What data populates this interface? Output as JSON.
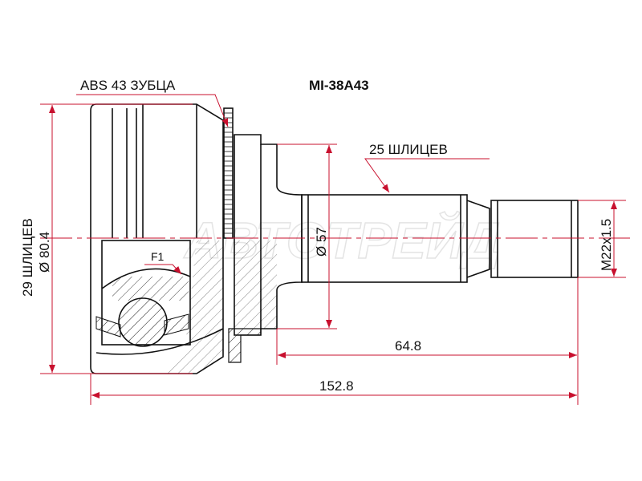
{
  "part_number": "MI-38A43",
  "watermark": "АВТОТРЕЙД",
  "labels": {
    "abs": "ABS 43 ЗУБЦА",
    "outer_splines": "25 ШЛИЦЕВ",
    "inner_splines": "29 ШЛИЦЕВ",
    "f1": "F1"
  },
  "dimensions": {
    "housing_diameter": "Ø 80.4",
    "flange_diameter": "Ø 57",
    "thread": "M22x1.5",
    "shaft_length": "64.8",
    "total_length": "152.8"
  },
  "colors": {
    "line": "#111111",
    "dimension": "#c8102e"
  }
}
